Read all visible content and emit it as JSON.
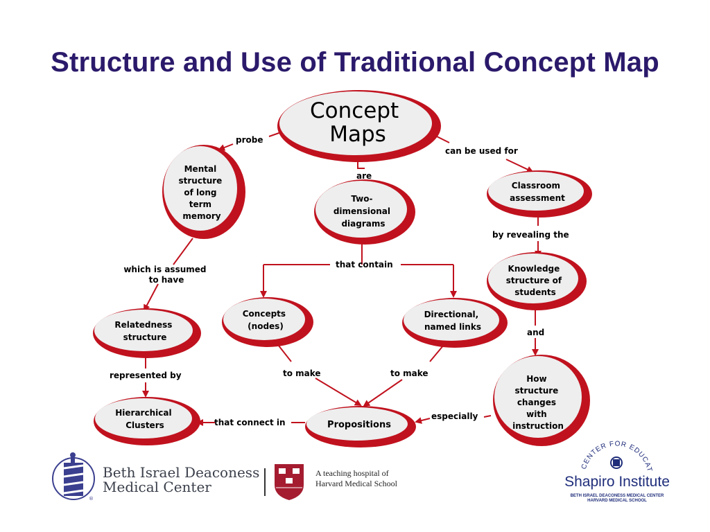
{
  "title": "Structure and Use of Traditional Concept Map",
  "diagram": {
    "accent_color": "#c0121e",
    "node_fill": "#eeeeee",
    "nodes": {
      "root": [
        "Concept",
        "Maps"
      ],
      "mental": [
        "Mental",
        "structure",
        "of long",
        "term",
        "memory"
      ],
      "two_dim": [
        "Two-",
        "dimensional",
        "diagrams"
      ],
      "classroom": [
        "Classroom",
        "assessment"
      ],
      "knowledge": [
        "Knowledge",
        "structure of",
        "students"
      ],
      "relatedness": [
        "Relatedness",
        "structure"
      ],
      "concepts": [
        "Concepts",
        "(nodes)"
      ],
      "directional": [
        "Directional,",
        "named links"
      ],
      "how": [
        "How",
        "structure",
        "changes",
        "with",
        "instruction"
      ],
      "hierarchical": [
        "Hierarchical",
        "Clusters"
      ],
      "propositions": [
        "Propositions"
      ]
    },
    "links": {
      "probe": "probe",
      "are": "are",
      "can_be_used_for": "can be used for",
      "by_revealing": "by revealing the",
      "which_assumed": [
        "which is assumed",
        "to have"
      ],
      "that_contain": "that contain",
      "and": "and",
      "represented_by": "represented by",
      "to_make_left": "to make",
      "to_make_right": "to make",
      "especially": "especially",
      "that_connect_in": "that connect in"
    }
  },
  "footer": {
    "bidmc_line1": "Beth Israel Deaconess",
    "bidmc_line2": "Medical Center",
    "teaching_line1": "A teaching hospital of",
    "teaching_line2": "Harvard Medical School",
    "shapiro_arc": "CENTER FOR EDUCATION",
    "shapiro_name": "Shapiro Institute",
    "shapiro_sub1": "BETH ISRAEL DEACONESS MEDICAL CENTER",
    "shapiro_sub2": "HARVARD MEDICAL SCHOOL",
    "bidmc_color": "#3b3f8f",
    "shapiro_color": "#1f2d7a"
  }
}
